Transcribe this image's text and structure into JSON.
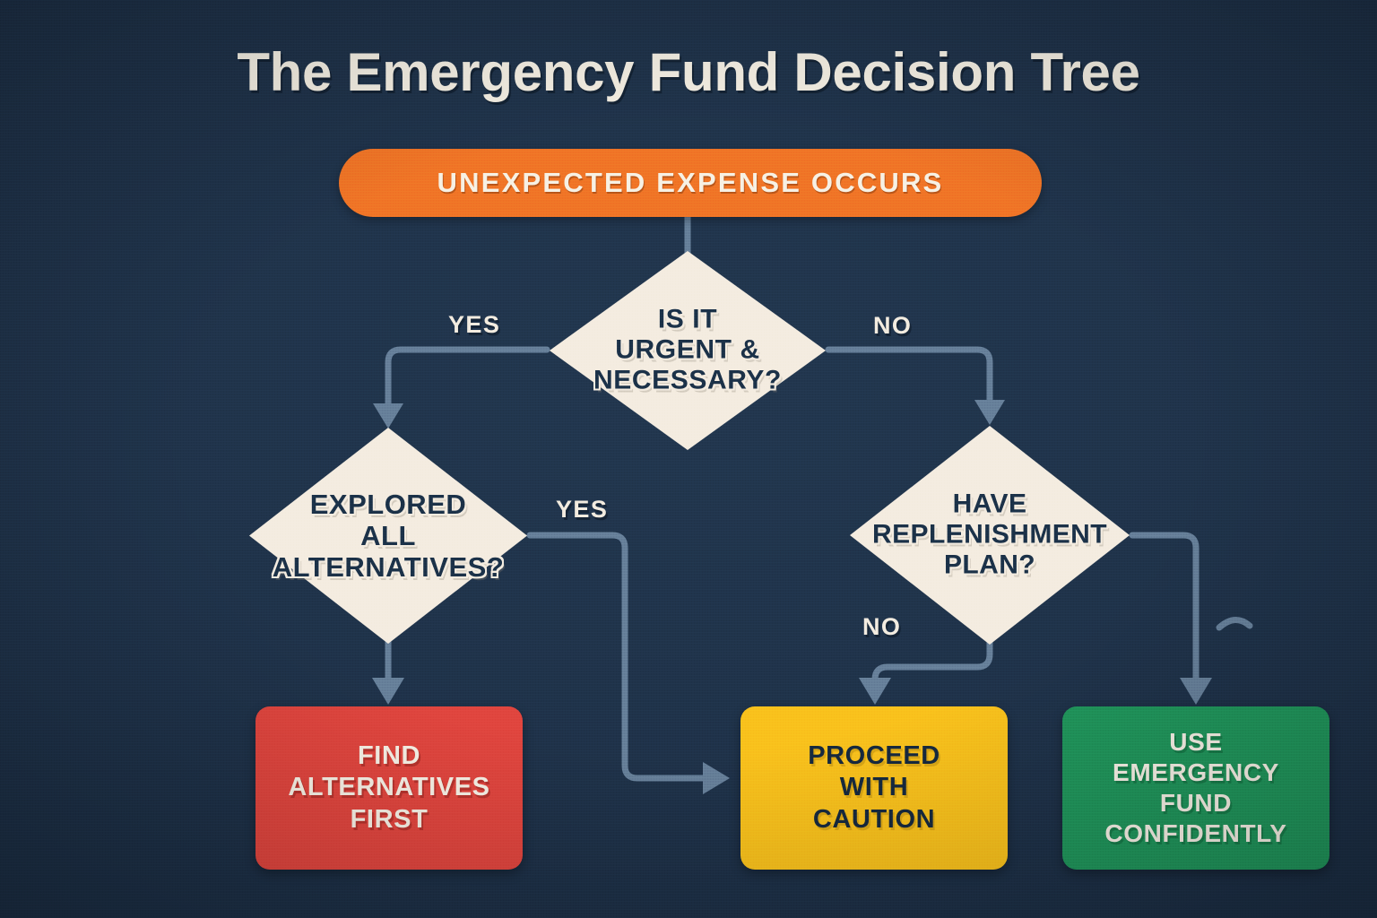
{
  "title": "The Emergency Fund Decision Tree",
  "colors": {
    "background": "#1e3148",
    "start": "#f07426",
    "decision_fill": "#f4ece0",
    "decision_text": "#1b3148",
    "connector": "#667f99",
    "outcome_red": "#e0453e",
    "outcome_yellow": "#f9c11c",
    "outcome_green": "#20955b",
    "title_text": "#f4efe3"
  },
  "start": {
    "label": "UNEXPECTED EXPENSE OCCURS",
    "shape": "pill"
  },
  "decisions": [
    {
      "id": "urgent",
      "shape": "diamond",
      "lines": [
        "IS IT",
        "URGENT &",
        "NECESSARY?"
      ],
      "text": "IS IT\nURGENT &\nNECESSARY?"
    },
    {
      "id": "alternatives",
      "shape": "diamond",
      "lines": [
        "EXPLORED",
        "ALL",
        "ALTERNATIVES?"
      ],
      "text": "EXPLORED\nALL\nALTERNATIVES?"
    },
    {
      "id": "replenish",
      "shape": "diamond",
      "lines": [
        "HAVE",
        "REPLENISHMENT",
        "PLAN?"
      ],
      "text": "HAVE\nREPLENISHMENT\nPLAN?"
    }
  ],
  "outcomes": [
    {
      "id": "find-alternatives",
      "shape": "rounded-rect",
      "color": "#e0453e",
      "lines": [
        "FIND",
        "ALTERNATIVES",
        "FIRST"
      ],
      "text": "FIND\nALTERNATIVES\nFIRST"
    },
    {
      "id": "proceed-caution",
      "shape": "rounded-rect",
      "color": "#f9c11c",
      "lines": [
        "PROCEED",
        "WITH",
        "CAUTION"
      ],
      "text": "PROCEED\nWITH\nCAUTION"
    },
    {
      "id": "use-fund",
      "shape": "rounded-rect",
      "color": "#20955b",
      "lines": [
        "USE",
        "EMERGENCY",
        "FUND",
        "CONFIDENTLY"
      ],
      "text": "USE\nEMERGENCY\nFUND\nCONFIDENTLY"
    }
  ],
  "edges": [
    {
      "id": "start-to-urgent",
      "from": "start",
      "to": "urgent",
      "label": ""
    },
    {
      "id": "urgent-yes",
      "from": "urgent",
      "to": "alternatives",
      "label": "YES"
    },
    {
      "id": "urgent-no",
      "from": "urgent",
      "to": "replenish",
      "label": "NO"
    },
    {
      "id": "alternatives-no",
      "from": "alternatives",
      "to": "find-alternatives",
      "label": ""
    },
    {
      "id": "alternatives-yes",
      "from": "alternatives",
      "to": "proceed-caution",
      "label": "YES"
    },
    {
      "id": "replenish-no",
      "from": "replenish",
      "to": "proceed-caution",
      "label": "NO"
    },
    {
      "id": "replenish-yes",
      "from": "replenish",
      "to": "use-fund",
      "label": ""
    }
  ],
  "edge_labels": {
    "urgent_yes": "YES",
    "urgent_no": "NO",
    "alternatives_yes": "YES",
    "replenish_no": "NO"
  }
}
